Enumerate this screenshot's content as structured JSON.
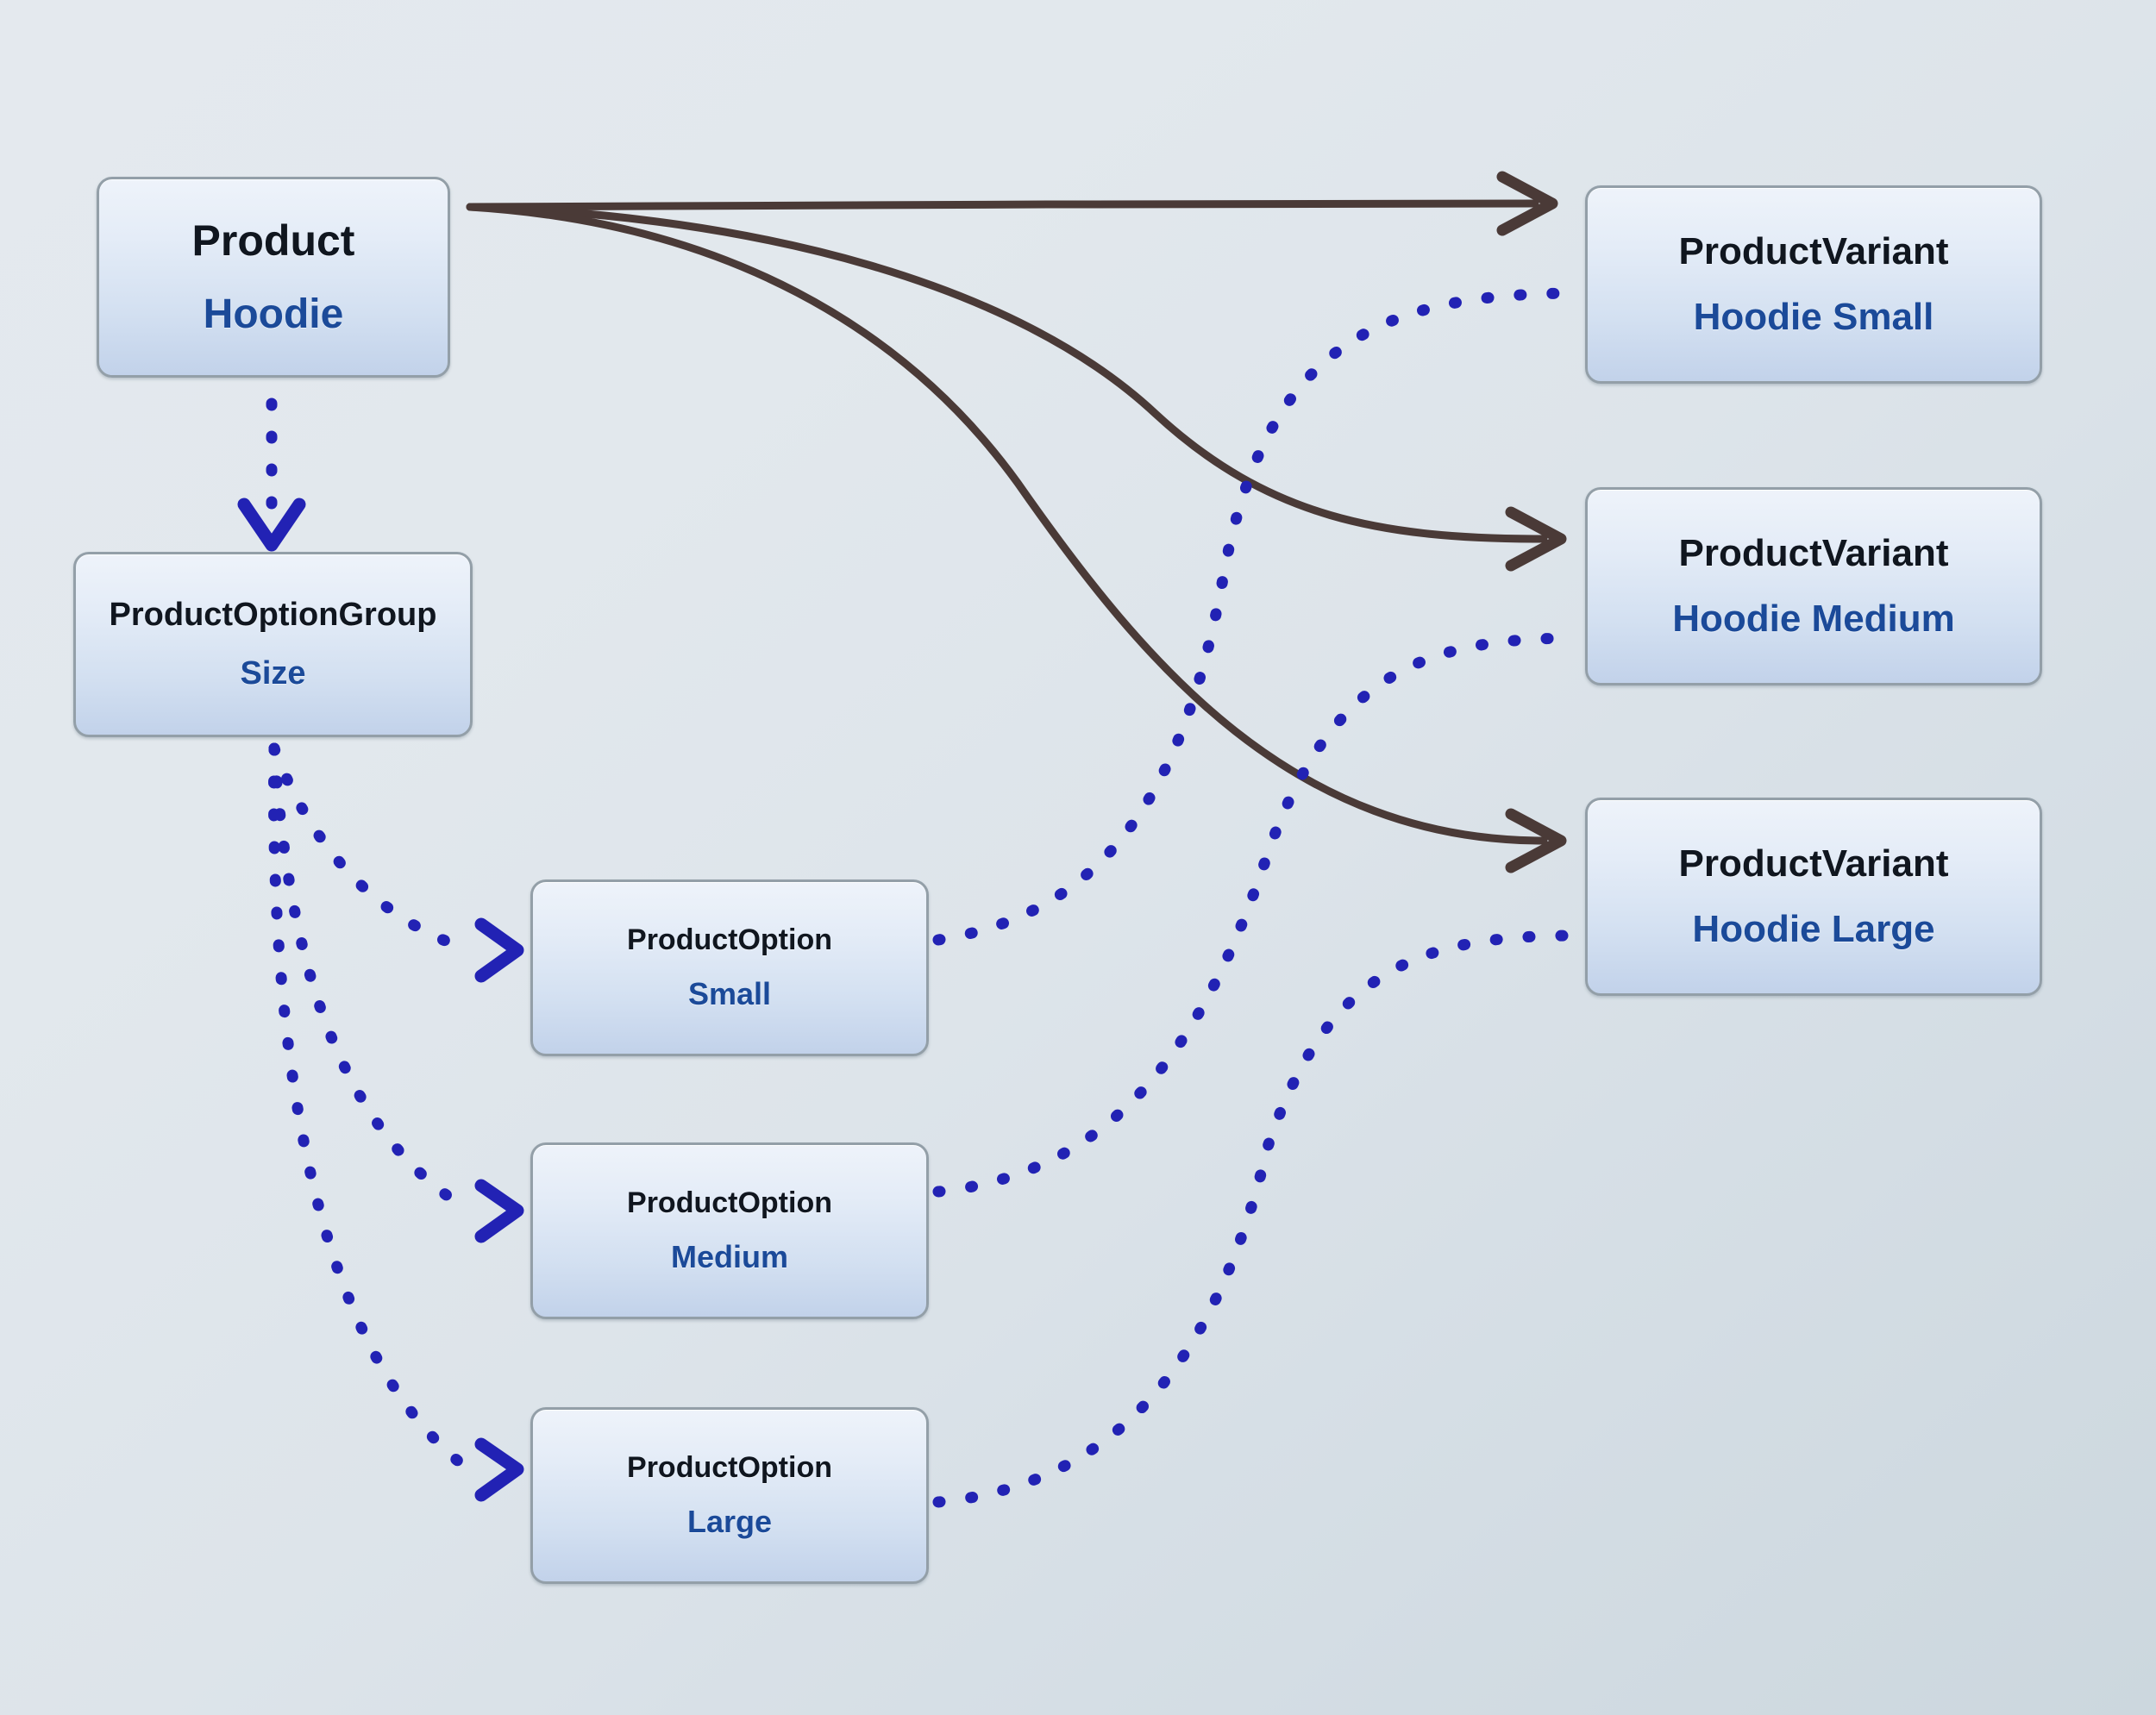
{
  "diagram": {
    "kind": "entity-relationship-graph",
    "background_top_color": "#e4e9ee",
    "background_bottom_color": "#ccd7de",
    "node_border_color": "#939fa8",
    "node_fill_top_color": "#eef3fa",
    "node_fill_bottom_color": "#c2d2ea",
    "title_color": "#10161f",
    "subtitle_color": "#1b4a99",
    "solid_edge_color": "#4a3a37",
    "dotted_edge_color": "#2222b4"
  },
  "nodes": {
    "product": {
      "title": "Product",
      "subtitle": "Hoodie"
    },
    "option_group": {
      "title": "ProductOptionGroup",
      "subtitle": "Size"
    },
    "options": [
      {
        "title": "ProductOption",
        "subtitle": "Small"
      },
      {
        "title": "ProductOption",
        "subtitle": "Medium"
      },
      {
        "title": "ProductOption",
        "subtitle": "Large"
      }
    ],
    "variants": [
      {
        "title": "ProductVariant",
        "subtitle": "Hoodie Small"
      },
      {
        "title": "ProductVariant",
        "subtitle": "Hoodie Medium"
      },
      {
        "title": "ProductVariant",
        "subtitle": "Hoodie Large"
      }
    ]
  },
  "edges": [
    {
      "from": "product",
      "to": "variant-0",
      "style": "solid",
      "arrow": "chevron"
    },
    {
      "from": "product",
      "to": "variant-1",
      "style": "solid",
      "arrow": "chevron"
    },
    {
      "from": "product",
      "to": "variant-2",
      "style": "solid",
      "arrow": "chevron"
    },
    {
      "from": "product",
      "to": "option_group",
      "style": "dotted",
      "arrow": "chevron"
    },
    {
      "from": "option_group",
      "to": "option-0",
      "style": "dotted",
      "arrow": "chevron"
    },
    {
      "from": "option_group",
      "to": "option-1",
      "style": "dotted",
      "arrow": "chevron"
    },
    {
      "from": "option_group",
      "to": "option-2",
      "style": "dotted",
      "arrow": "chevron"
    },
    {
      "from": "option-0",
      "to": "variant-0",
      "style": "dotted",
      "arrow": "none"
    },
    {
      "from": "option-1",
      "to": "variant-1",
      "style": "dotted",
      "arrow": "none"
    },
    {
      "from": "option-2",
      "to": "variant-2",
      "style": "dotted",
      "arrow": "none"
    }
  ]
}
